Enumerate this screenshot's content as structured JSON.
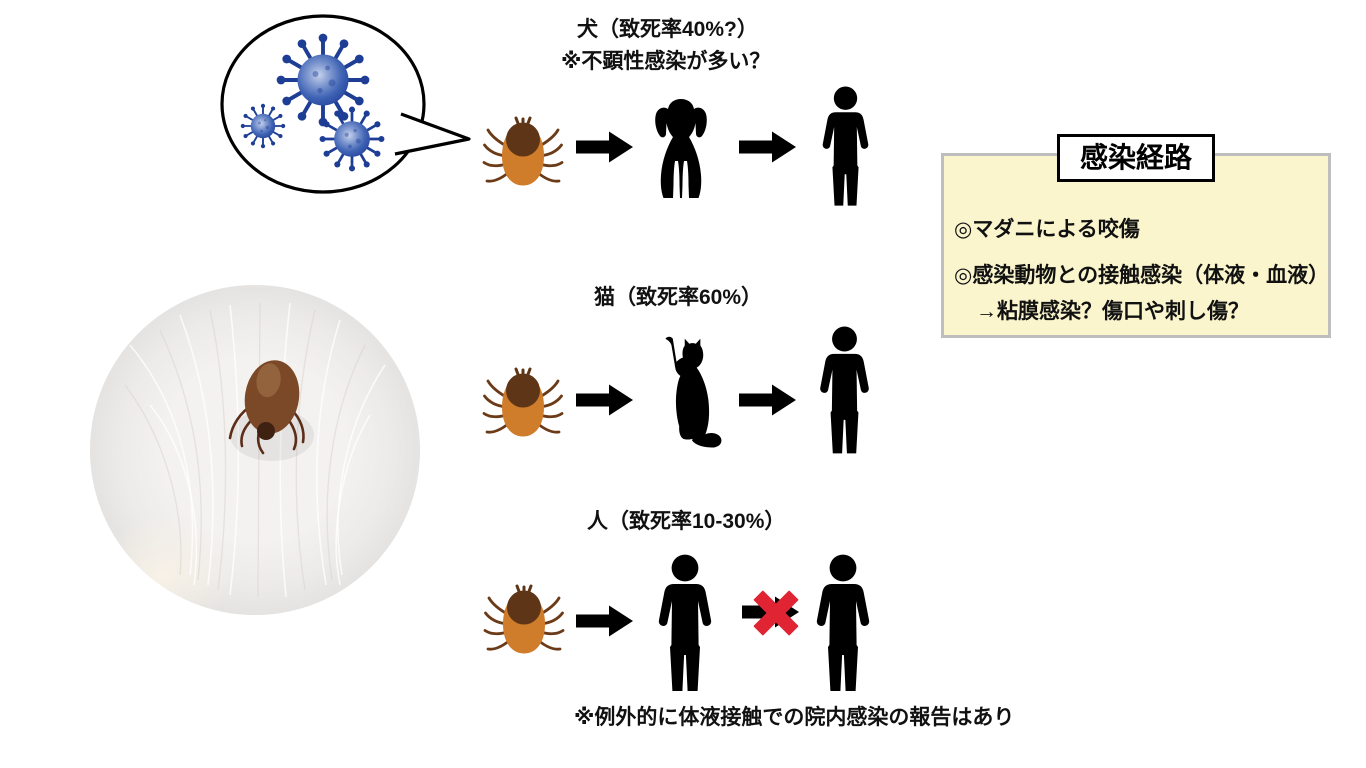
{
  "page": {
    "background": "#ffffff"
  },
  "rows": [
    {
      "label": "犬（致死率40%?）",
      "sublabel": "※不顕性感染が多い？",
      "host": "dog"
    },
    {
      "label": "猫（致死率60%）",
      "host": "cat"
    },
    {
      "label": "人（致死率10-30%）",
      "host": "human",
      "blocked": true
    }
  ],
  "footnote": "※例外的に体液接触での院内感染の報告はあり",
  "info_box": {
    "title": "感染経路",
    "bullet1": "◎マダニによる咬傷",
    "bullet2": "◎感染動物との接触感染（体液・血液）",
    "bullet2_sub": "→粘膜感染？傷口や刺し傷？",
    "bg": "#fbf5cd",
    "border": "#bebebe"
  },
  "icons": {
    "virus": "virus-icon",
    "speech_bubble": "speech-bubble",
    "tick": "tick-icon",
    "arrow": "arrow-right-icon",
    "dog": "dog-silhouette",
    "cat": "cat-silhouette",
    "human": "human-silhouette",
    "block": "x-mark-icon",
    "photo": "tick-on-fur-photo"
  },
  "colors": {
    "silhouette": "#000000",
    "arrow": "#000000",
    "block_x": "#e02433",
    "tick_body": "#cf7c2b",
    "tick_scutum": "#5e3617",
    "tick_legs": "#6b3a17",
    "virus_blue": "#27479f",
    "bubble_stroke": "#000000",
    "info_box_bg": "#fbf5cd",
    "info_box_border": "#bebebe",
    "photo_tick_body": "#7b4928"
  }
}
